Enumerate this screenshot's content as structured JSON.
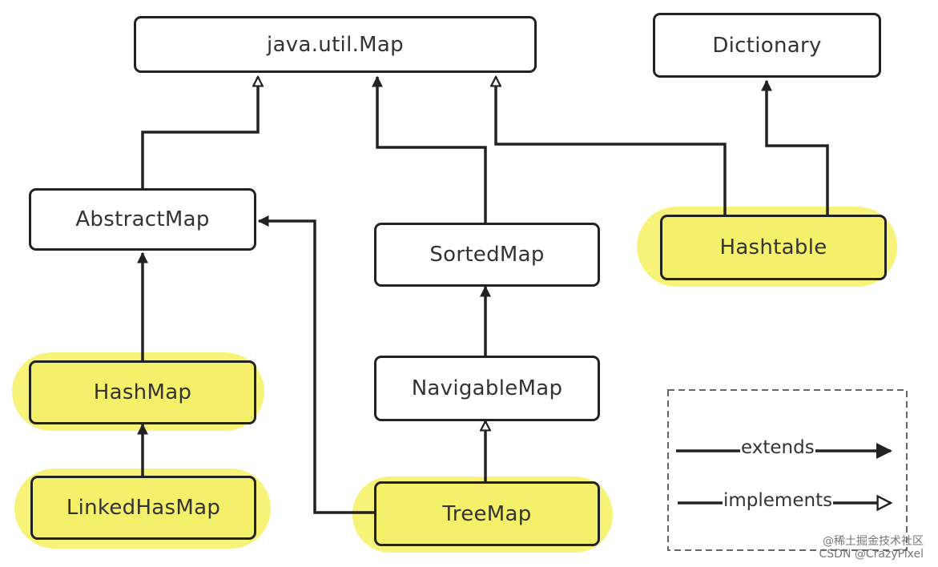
{
  "nodes": {
    "map": "java.util.Map",
    "dictionary": "Dictionary",
    "abstract_map": "AbstractMap",
    "sorted_map": "SortedMap",
    "hashtable": "Hashtable",
    "navigable_map": "NavigableMap",
    "hash_map": "HashMap",
    "linked_hash_map": "LinkedHasMap",
    "tree_map": "TreeMap"
  },
  "legend": {
    "extends": "extends",
    "implements": "implements"
  },
  "watermark": {
    "line1": "@稀土掘金技术社区",
    "line2": "CSDN @CrazyPixel"
  },
  "colors": {
    "highlight": "#f4f06a",
    "line": "#222222"
  }
}
